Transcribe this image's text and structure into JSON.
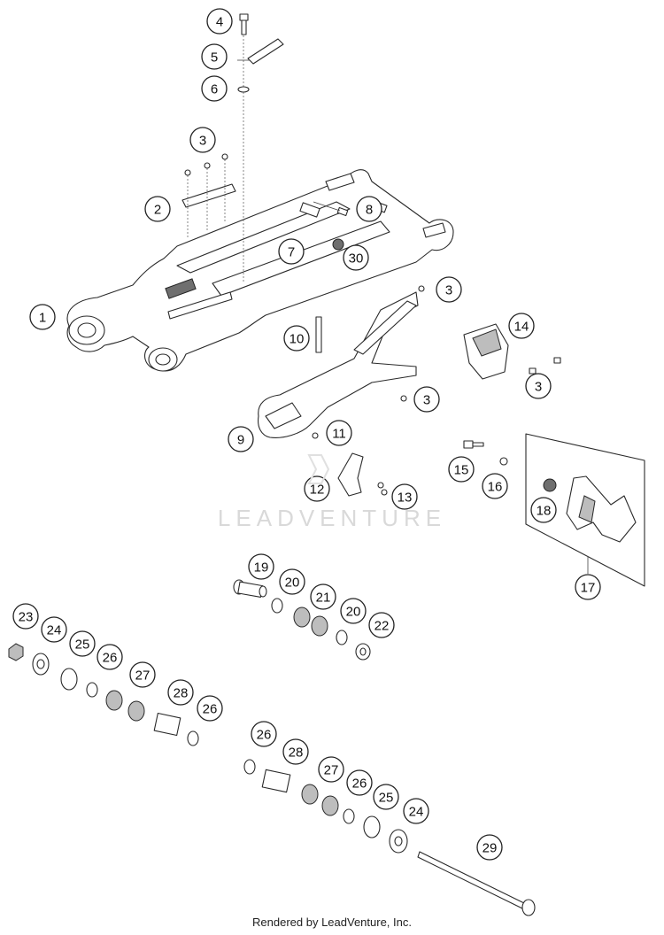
{
  "diagram": {
    "footer": "Rendered by LeadVenture, Inc.",
    "watermark": "LEADVENTURE",
    "colors": {
      "line": "#2a2a2a",
      "accent_grey": "#bdbdbd",
      "watermark": "#d9d9d9"
    },
    "callouts": [
      "4",
      "5",
      "6",
      "3",
      "2",
      "8",
      "7",
      "30",
      "1",
      "3",
      "10",
      "14",
      "3",
      "3",
      "9",
      "11",
      "15",
      "16",
      "12",
      "13",
      "18",
      "17",
      "19",
      "20",
      "21",
      "20",
      "22",
      "23",
      "24",
      "25",
      "26",
      "27",
      "28",
      "26",
      "26",
      "28",
      "27",
      "26",
      "25",
      "24",
      "29"
    ]
  }
}
